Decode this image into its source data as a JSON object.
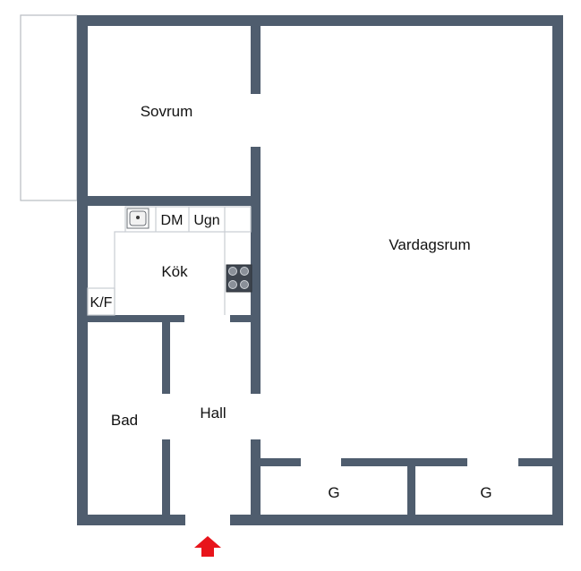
{
  "rooms": {
    "sovrum": "Sovrum",
    "vardagsrum": "Vardagsrum",
    "kok": "Kök",
    "hall": "Hall",
    "bad": "Bad",
    "garderob_1": "G",
    "garderob_2": "G"
  },
  "fixtures": {
    "dishwasher": "DM",
    "oven": "Ugn",
    "fridge_freezer": "K/F"
  },
  "colors": {
    "wall": "#4f5d6e",
    "entrance_arrow": "#e8141b"
  },
  "icons": {
    "sink": "sink-icon",
    "stove": "stove-icon",
    "entrance": "entrance-arrow-icon"
  }
}
